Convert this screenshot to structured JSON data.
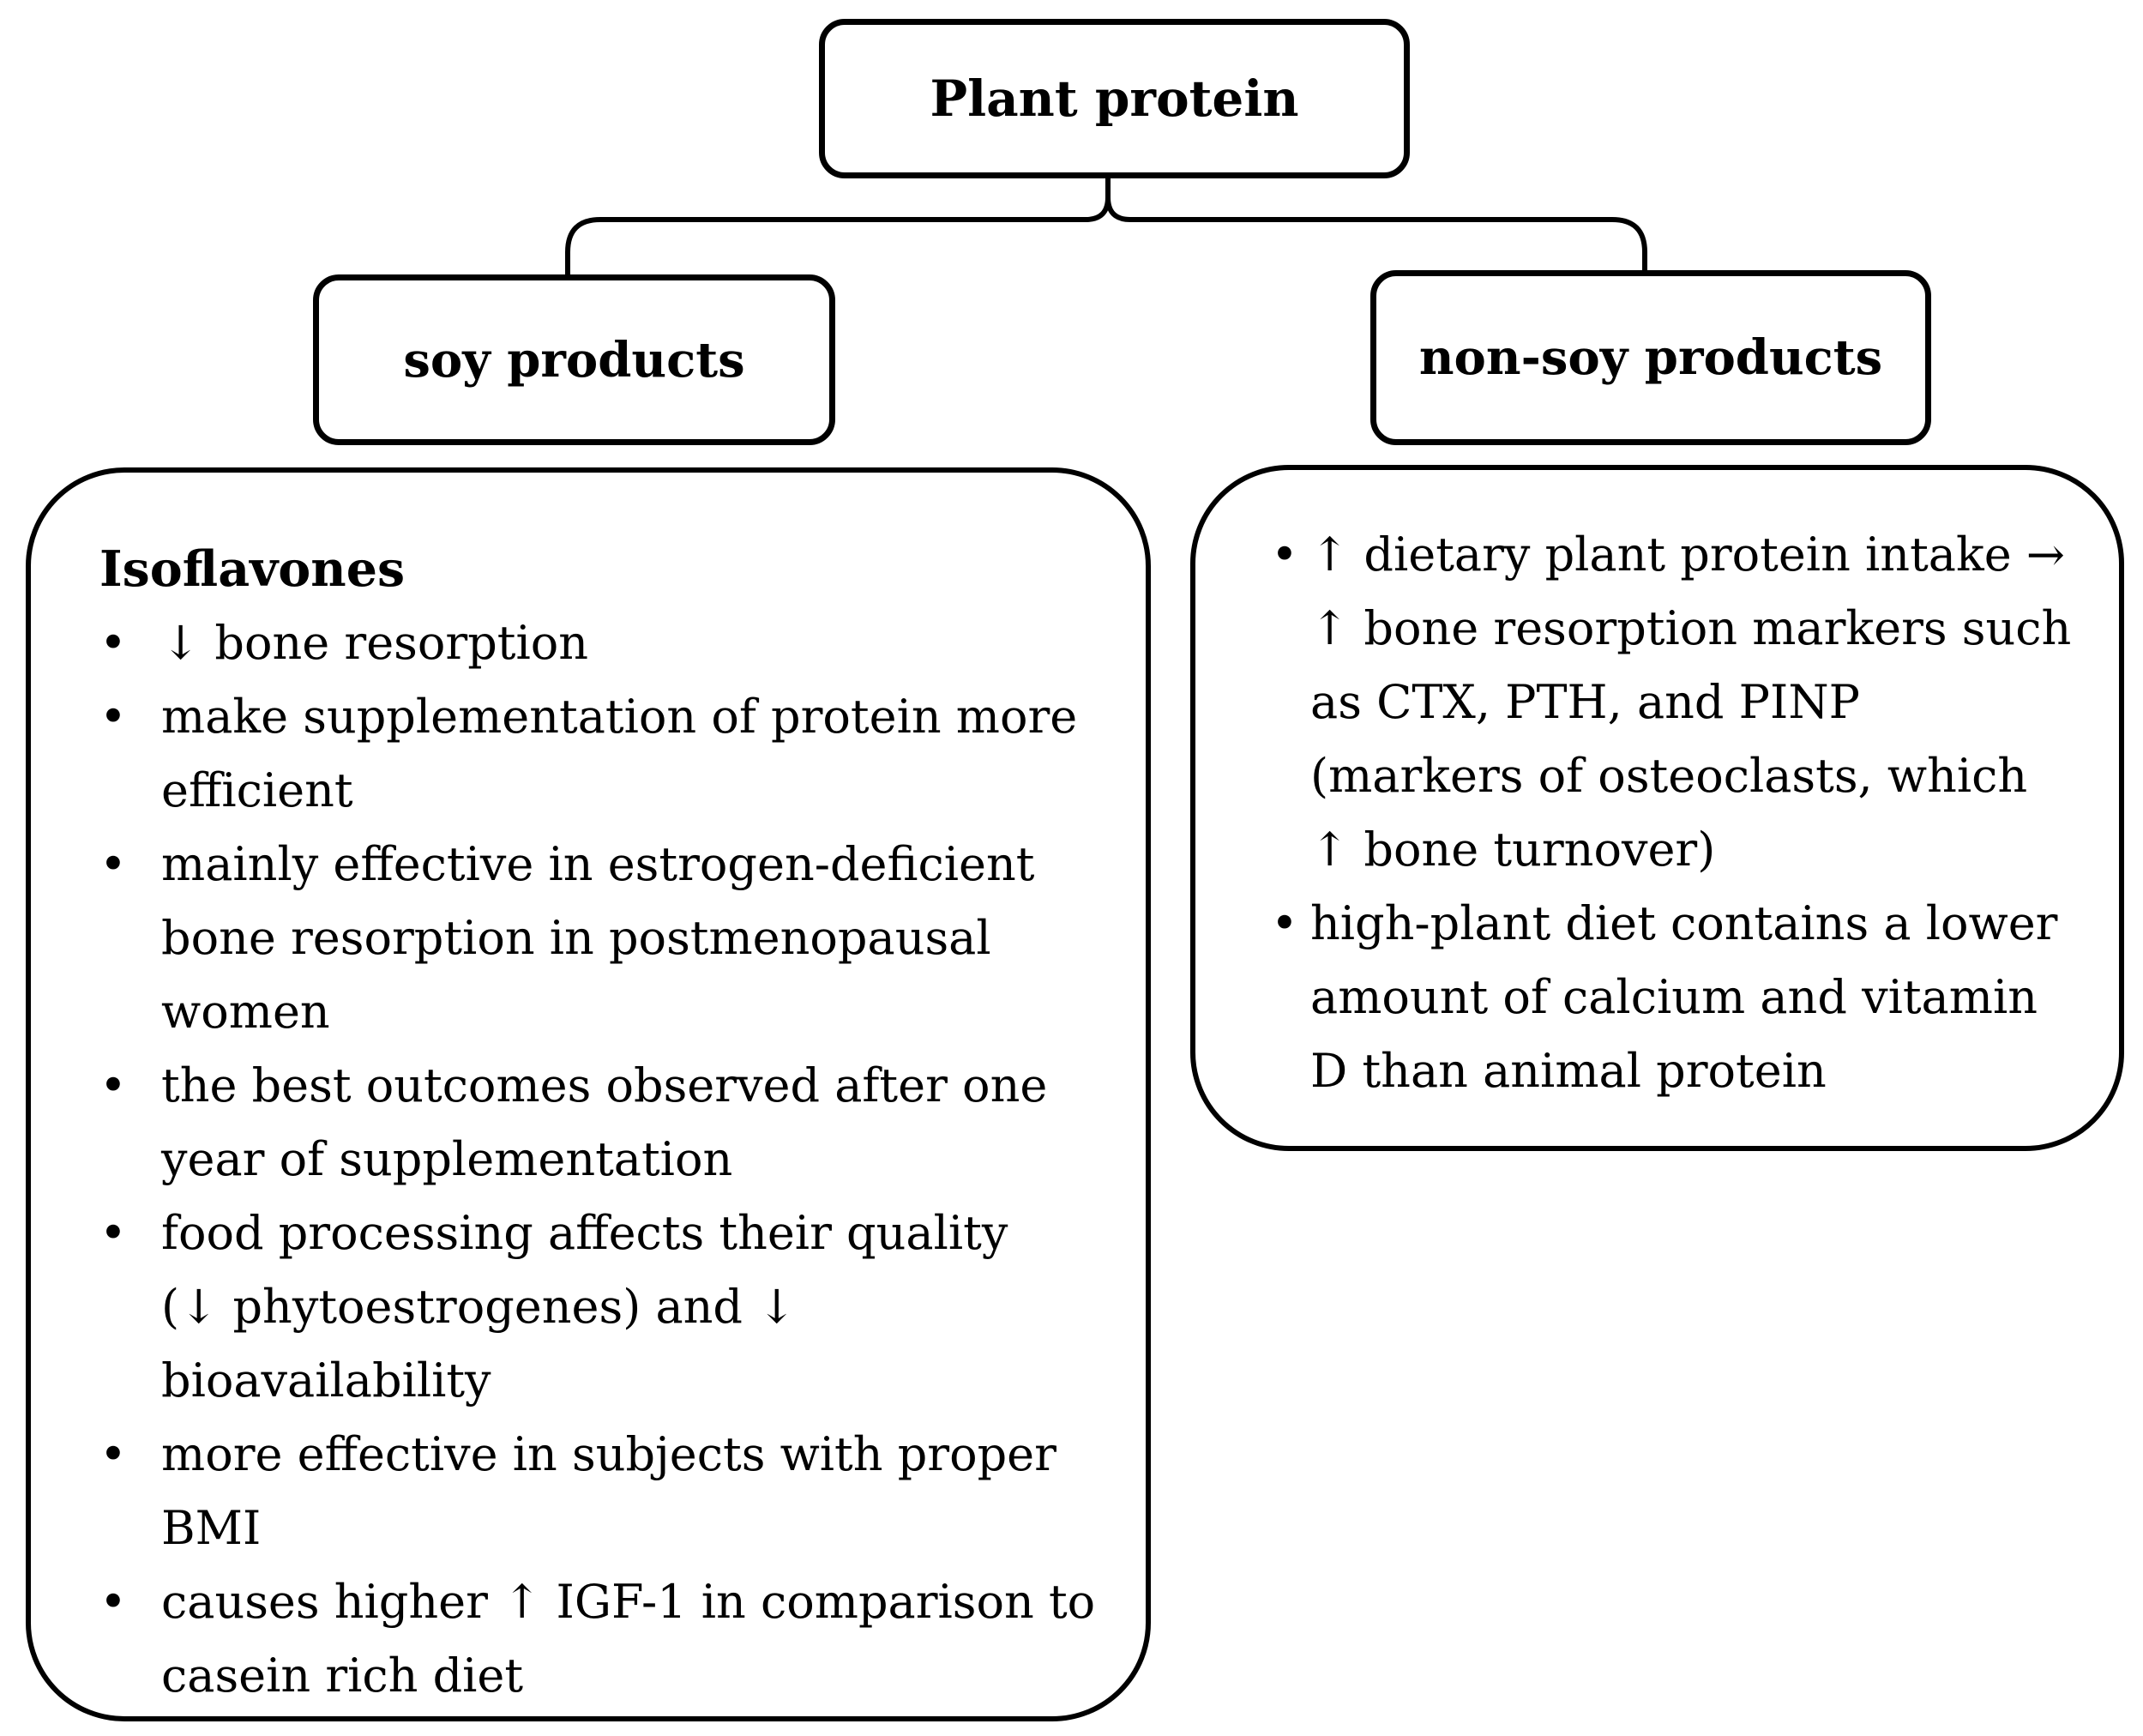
{
  "diagram": {
    "bullet_char": "•",
    "colors": {
      "line": "#000000",
      "background": "#ffffff",
      "text": "#000000"
    },
    "root_label": "Plant protein",
    "branch_soy_label": "soy products",
    "branch_nonsoy_label": "non-soy products",
    "soy_box": {
      "heading": "Isoflavones",
      "bullets": [
        "↓ bone resorption",
        "make supplementation of protein more\nefficient",
        "mainly effective in estrogen-deficient\nbone resorption in postmenopausal\nwomen",
        "the best outcomes observed after one\nyear of supplementation",
        "food processing affects their quality\n(↓ phytoestrogenes) and ↓\nbioavailability",
        "more effective in subjects with proper\nBMI",
        "causes higher ↑ IGF-1 in comparison to\ncasein rich diet"
      ]
    },
    "nonsoy_box": {
      "bullets": [
        "↑ dietary plant protein intake →\n↑ bone resorption markers such\nas CTX, PTH, and PINP\n(markers of osteoclasts, which\n↑ bone turnover)",
        "high-plant diet contains a lower\namount of calcium and vitamin\nD than animal protein"
      ]
    }
  }
}
